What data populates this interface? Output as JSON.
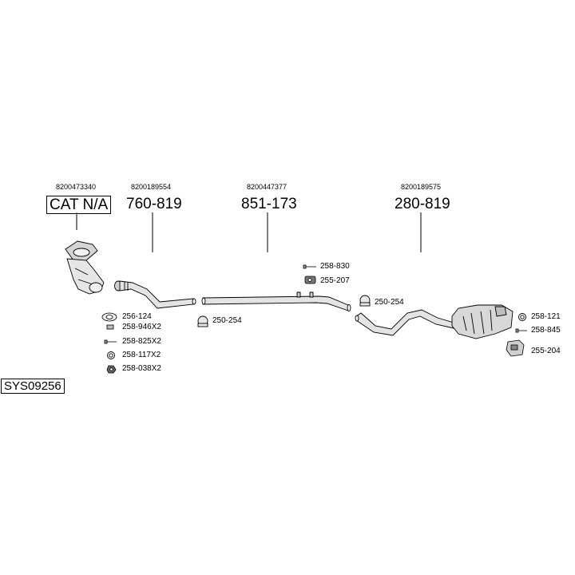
{
  "assemblies": [
    {
      "oe": "8200473340",
      "part": "CAT N/A",
      "boxed": true
    },
    {
      "oe": "8200189554",
      "part": "760-819",
      "boxed": false
    },
    {
      "oe": "8200447377",
      "part": "851-173",
      "boxed": false
    },
    {
      "oe": "8200189575",
      "part": "280-819",
      "boxed": false
    }
  ],
  "fittings": {
    "f1": "256-124",
    "f2": "258-946X2",
    "f3": "258-825X2",
    "f4": "258-117X2",
    "f5": "258-038X2",
    "f6": "250-254",
    "f7": "258-830",
    "f8": "255-207",
    "f9": "250-254",
    "f10": "258-121",
    "f11": "258-845",
    "f12": "255-204"
  },
  "system_code": "SYS09256"
}
